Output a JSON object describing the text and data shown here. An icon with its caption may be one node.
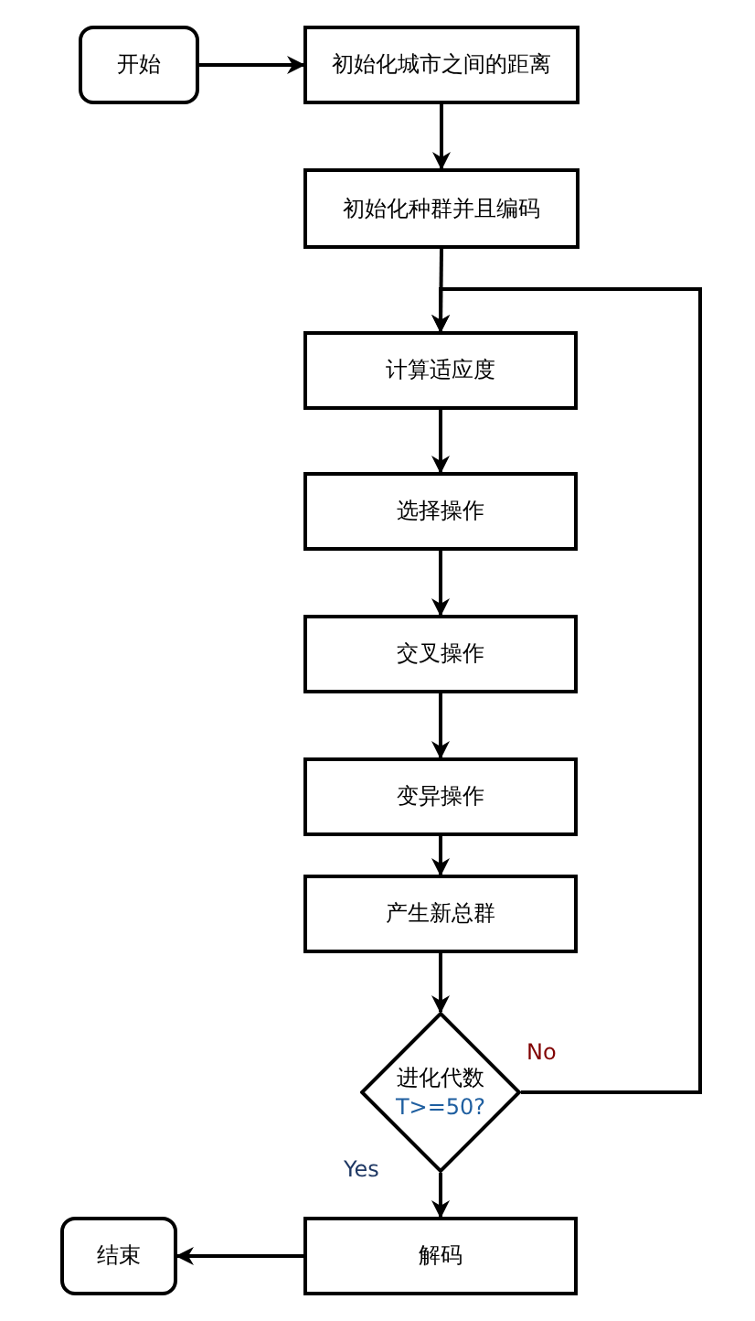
{
  "diagram": {
    "nodes": [
      {
        "text": [
          "开始"
        ]
      },
      {
        "text": [
          "初始化城市之间的距离"
        ]
      },
      {
        "text": [
          "初始化种群并且编码"
        ]
      },
      {
        "text": [
          "计算适应度"
        ]
      },
      {
        "text": [
          "选择操作"
        ]
      },
      {
        "text": [
          "交叉操作"
        ]
      },
      {
        "text": [
          "变异操作"
        ]
      },
      {
        "text": [
          "产生新总群"
        ]
      },
      {
        "text": [
          "进化代数",
          "T>=50?"
        ]
      },
      {
        "text": [
          "解码"
        ]
      },
      {
        "text": [
          "结束"
        ]
      }
    ],
    "edges": [
      {
        "from": 0,
        "to": 1,
        "arrow": "to"
      },
      {
        "from": 1,
        "to": 2,
        "arrow": "to"
      },
      {
        "from": 2,
        "to": 3,
        "arrow": "to"
      },
      {
        "from": 3,
        "to": 4,
        "arrow": "to"
      },
      {
        "from": 4,
        "to": 5,
        "arrow": "to"
      },
      {
        "from": 5,
        "to": 6,
        "arrow": "to"
      },
      {
        "from": 6,
        "to": 7,
        "arrow": "to"
      },
      {
        "from": 7,
        "to": 8,
        "arrow": "to"
      },
      {
        "from": 8,
        "to": 9,
        "arrow": "to",
        "label": "Yes"
      },
      {
        "from": 8,
        "to": 3,
        "arrow": "to",
        "label": "No"
      },
      {
        "from": 9,
        "to": 10,
        "arrow": "to"
      }
    ]
  }
}
